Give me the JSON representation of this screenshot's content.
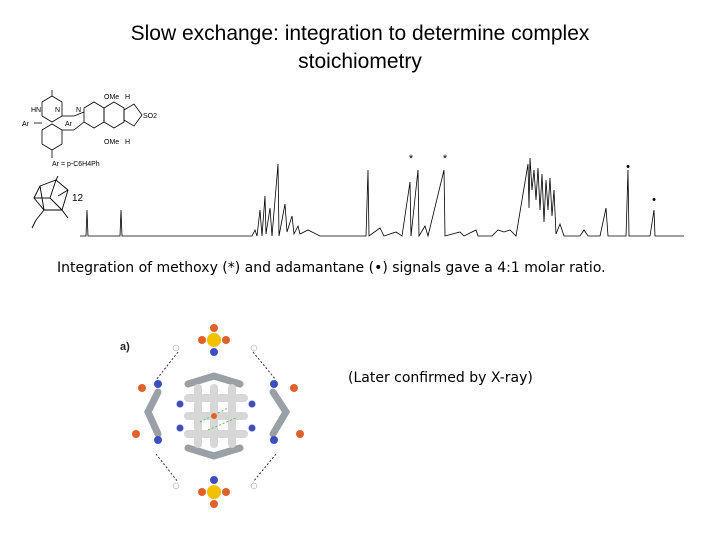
{
  "slide": {
    "title_line1": "Slow exchange: integration to determine complex",
    "title_line2": "stoichiometry",
    "caption": "Integration of methoxy (*) and adamantane (•) signals gave a 4:1 molar ratio.",
    "note": "(Later confirmed by X-ray)"
  },
  "structure": {
    "labels": [
      "OMe",
      "H",
      "HN",
      "N",
      "N",
      "Ar",
      "Ar",
      "SO2",
      "OMe",
      "H",
      "Ar = p-C6H4Ph"
    ],
    "adamantane_count": "12"
  },
  "spectrum": {
    "methoxy_marker": "*",
    "adamantane_marker": "•"
  },
  "crystal": {
    "panel_label": "a)"
  }
}
